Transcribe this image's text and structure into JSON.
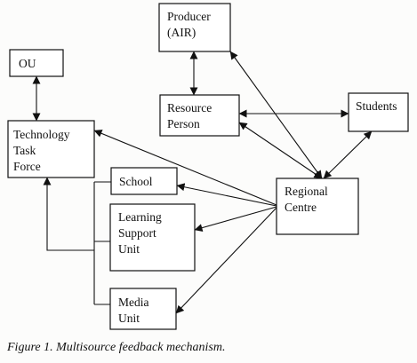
{
  "diagram": {
    "nodes": {
      "producer": {
        "lines": [
          "Producer",
          "(AIR)"
        ]
      },
      "ou": {
        "lines": [
          "OU"
        ]
      },
      "resource_person": {
        "lines": [
          "Resource",
          "Person"
        ]
      },
      "students": {
        "lines": [
          "Students"
        ]
      },
      "technology_task_force": {
        "lines": [
          "Technology",
          "Task",
          "Force"
        ]
      },
      "school": {
        "lines": [
          "School"
        ]
      },
      "regional_centre": {
        "lines": [
          "Regional",
          "Centre"
        ]
      },
      "learning_support_unit": {
        "lines": [
          "Learning",
          "Support",
          "Unit"
        ]
      },
      "media_unit": {
        "lines": [
          "Media",
          "Unit"
        ]
      }
    }
  },
  "caption": "Figure 1. Multisource feedback mechanism."
}
